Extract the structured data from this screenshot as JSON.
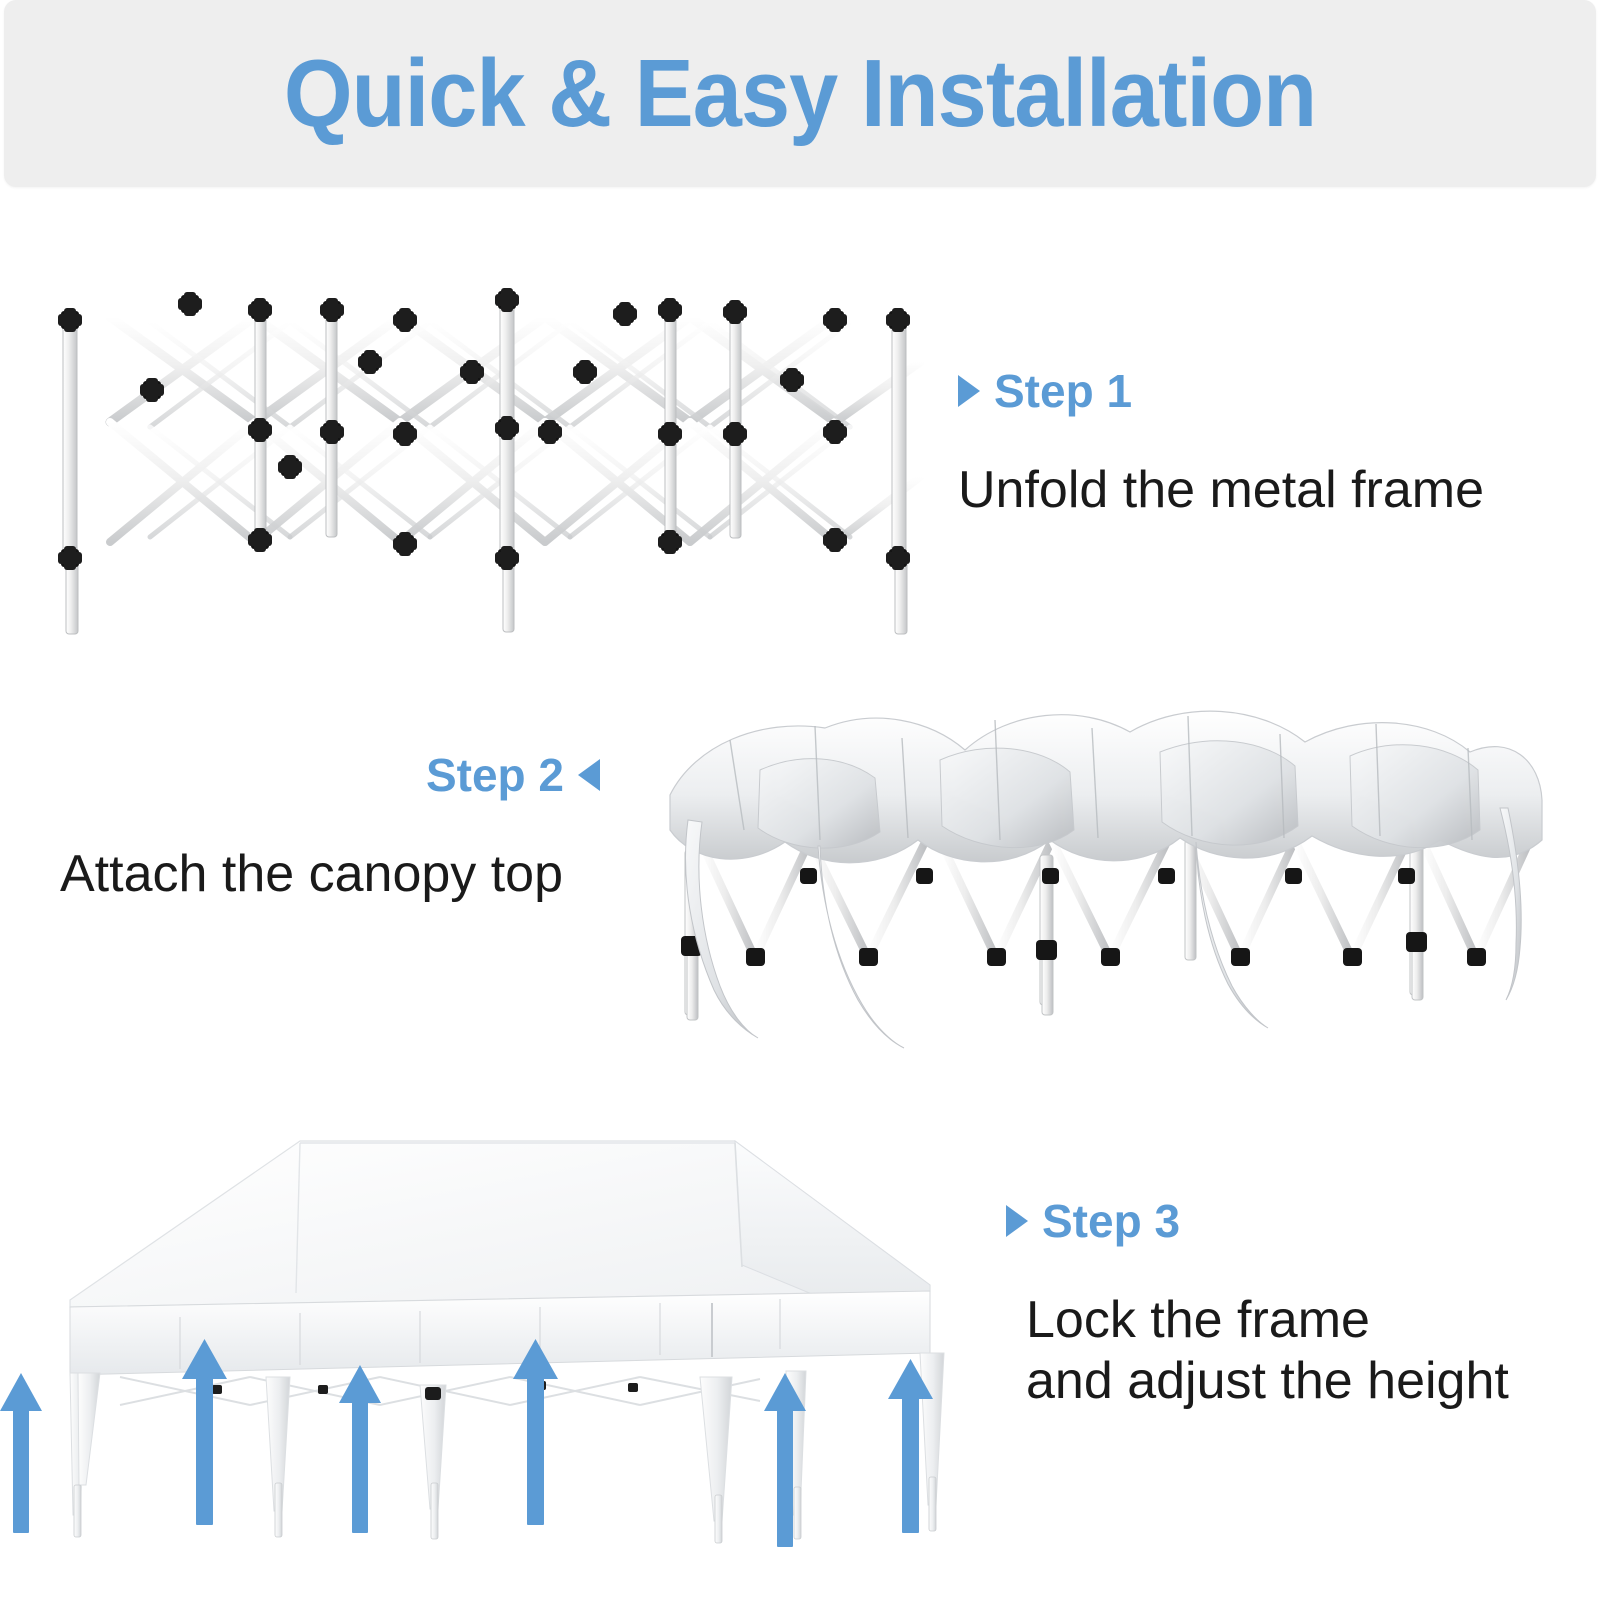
{
  "header": {
    "title": "Quick & Easy Installation",
    "band_color": "#eeeeee",
    "title_color": "#5b9bd5"
  },
  "theme": {
    "accent_blue": "#5b9bd5",
    "arrow_blue": "#5b9bd5",
    "text_black": "#1a1a1a",
    "background": "#ffffff",
    "frame_metal": "#f2f2f2",
    "frame_joint": "#1c1c1c",
    "canopy_white": "#f4f4f4"
  },
  "steps": [
    {
      "id": "step-1",
      "label": "Step 1",
      "marker": "triangle-right",
      "marker_position": "before",
      "description": "Unfold the metal frame",
      "illustration": "folding-metal-frame",
      "illustration_alt": "Partially unfolded white steel scissor-truss canopy frame with black joint connectors"
    },
    {
      "id": "step-2",
      "label": "Step 2",
      "marker": "triangle-left",
      "marker_position": "after",
      "description": "Attach the canopy top",
      "illustration": "canopy-top-draped-on-frame",
      "illustration_alt": "White canopy fabric draped over a partially expanded frame with hanging straps"
    },
    {
      "id": "step-3",
      "label": "Step 3",
      "marker": "triangle-right",
      "marker_position": "before",
      "description": "Lock the frame\nand adjust the height",
      "illustration": "assembled-canopy-tent",
      "illustration_alt": "Fully assembled white pop-up canopy tent with six legs",
      "arrow_count": 6,
      "arrow_direction": "up"
    }
  ]
}
